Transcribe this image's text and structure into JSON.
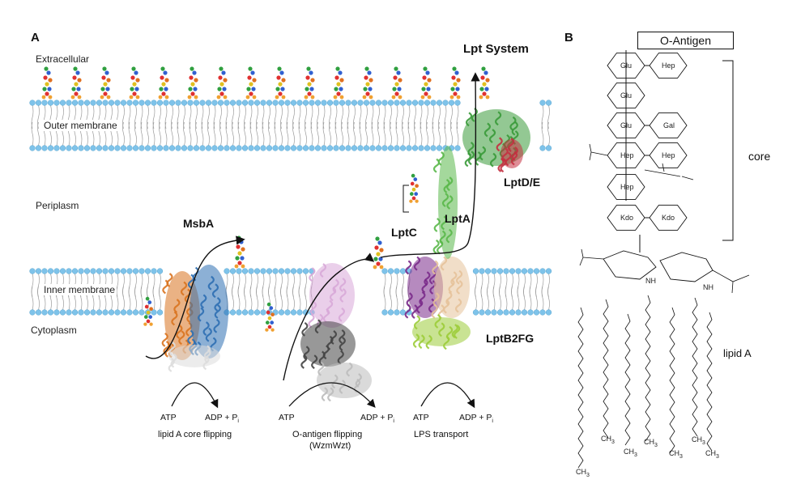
{
  "panels": {
    "a": "A",
    "b": "B"
  },
  "regions": {
    "extracellular": "Extracellular",
    "outer_membrane": "Outer membrane",
    "periplasm": "Periplasm",
    "inner_membrane": "Inner membrane",
    "cytoplasm": "Cytoplasm"
  },
  "proteins": {
    "lpt_system": "Lpt System",
    "msba": "MsbA",
    "lptc": "LptC",
    "lpta": "LptA",
    "lptde": "LptD/E",
    "lptb2fg": "LptB2FG"
  },
  "cycles": [
    {
      "atp": "ATP",
      "adp": "ADP + P",
      "sub": "i",
      "caption1": "lipid A core flipping",
      "caption2": ""
    },
    {
      "atp": "ATP",
      "adp": "ADP + P",
      "sub": "i",
      "caption1": "O-antigen flipping",
      "caption2": "(WzmWzt)"
    },
    {
      "atp": "ATP",
      "adp": "ADP + P",
      "sub": "i",
      "caption1": "LPS transport",
      "caption2": ""
    }
  ],
  "structure": {
    "o_antigen": "O-Antigen",
    "core": "core",
    "lipid_a": "lipid A",
    "sugars": [
      "Glu",
      "Hep",
      "Glu",
      "Glu",
      "Gal",
      "Hep",
      "Hep",
      "Hep",
      "Kdo",
      "Kdo"
    ],
    "nh": "NH",
    "ch3": "CH",
    "ch3_sub": "3"
  },
  "colors": {
    "headgroup": "#7ec3ea",
    "msba_orange": "#d9731f",
    "msba_blue": "#2e6fb3",
    "wzm_pink": "#d8a8d8",
    "wzm_grey": "#444444",
    "lptb2fg_purple": "#7a2a8a",
    "lptb2fg_tan": "#e6c29a",
    "lptb2fg_green": "#9ccc3a",
    "lptd_green": "#3a9a3a",
    "lpte_red": "#c43040",
    "lpta_green": "#5ab84a"
  }
}
